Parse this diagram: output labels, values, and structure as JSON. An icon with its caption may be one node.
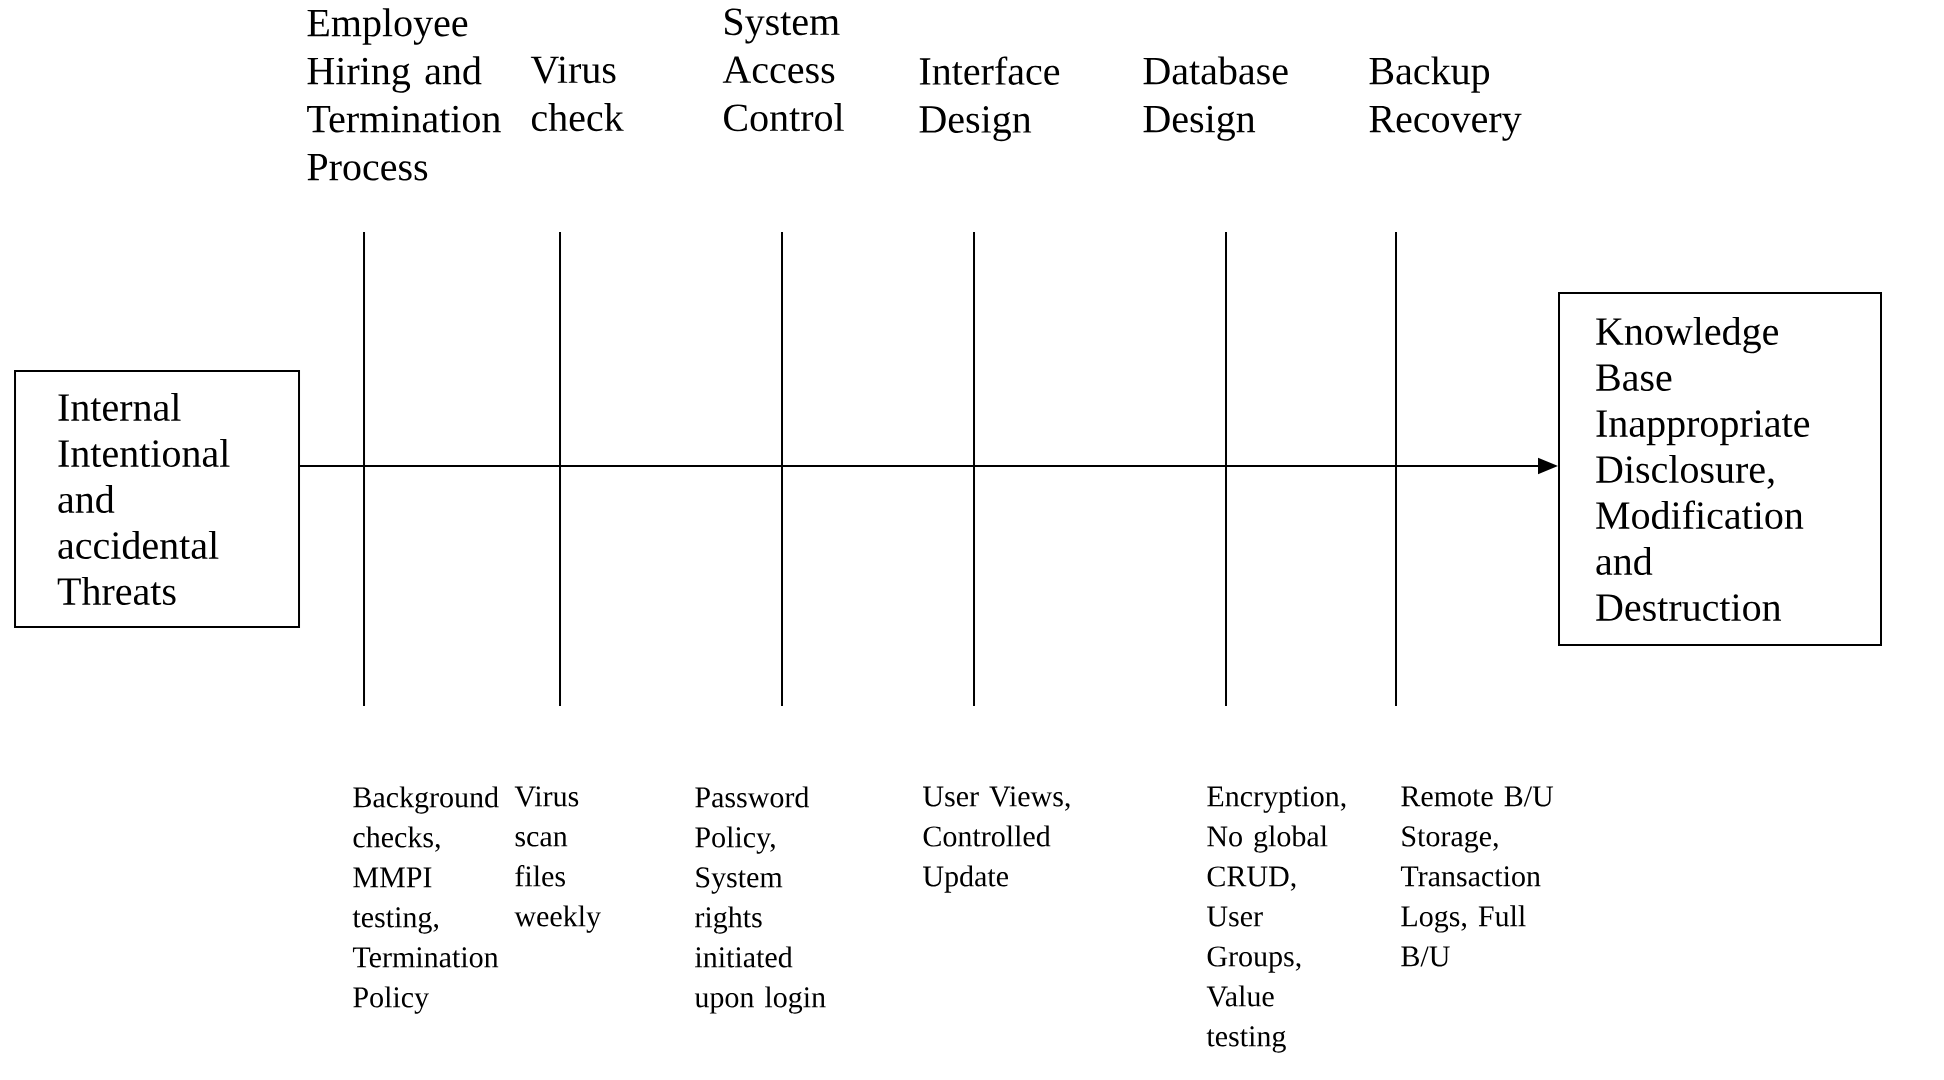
{
  "diagram": {
    "nodes": [
      {
        "text": [
          "Internal Intentional and accidental Threats"
        ]
      },
      {
        "text": [
          "Knowledge Base Inappropriate Disclosure, Modification and Destruction"
        ]
      }
    ],
    "edges": [
      {
        "from": 0,
        "to": 1,
        "arrow": "to"
      }
    ],
    "labels": [
      "Employee Hiring and Termination Process",
      "Virus check",
      "System Access Control",
      "Interface Design",
      "Database Design",
      "Backup Recovery",
      "Background checks, MMPI testing, Termination Policy",
      "Virus scan files weekly",
      "Password Policy, System rights initiated upon login",
      "User Views, Controlled Update",
      "Encryption, No global CRUD, User Groups, Value testing",
      "Remote B/U Storage, Transaction Logs, Full B/U"
    ]
  }
}
